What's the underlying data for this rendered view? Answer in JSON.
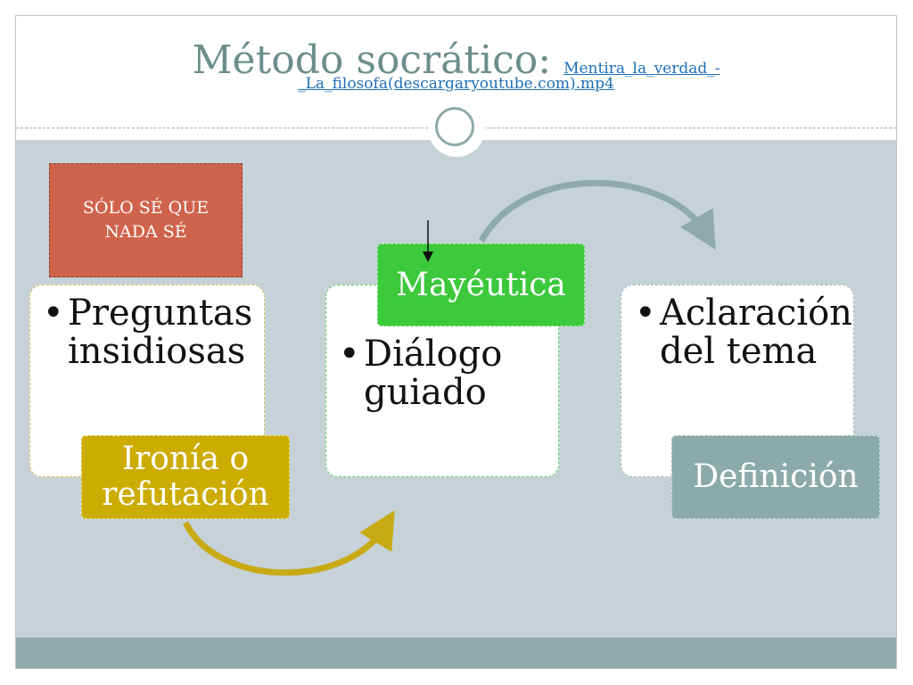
{
  "slide": {
    "title": "Método socrático:",
    "link_line1": "Mentira_la_verdad_-",
    "link_line2": "_La_filosofa(descargaryoutube.com).mp4",
    "note_box": "SÓLO SÉ QUE NADA SÉ"
  },
  "diagram": {
    "steps": [
      {
        "body": "Preguntas insidiosas",
        "tag": "Ironía o refutación"
      },
      {
        "body": "Diálogo guiado",
        "tag": "Mayéutica"
      },
      {
        "body": "Aclaración del tema",
        "tag": "Definición"
      }
    ],
    "bullet": "•"
  },
  "colors": {
    "accent_teal": "#8eaaab",
    "title_color": "#6b8f8c",
    "red_box": "#d0634b",
    "yellow_tag": "#ccac00",
    "green_tag": "#3cc93c",
    "teal_tag": "#8daaaa",
    "yellow_arrow": "#c8aa14",
    "teal_arrow": "#8eaaab",
    "link": "#1f6fb5"
  }
}
